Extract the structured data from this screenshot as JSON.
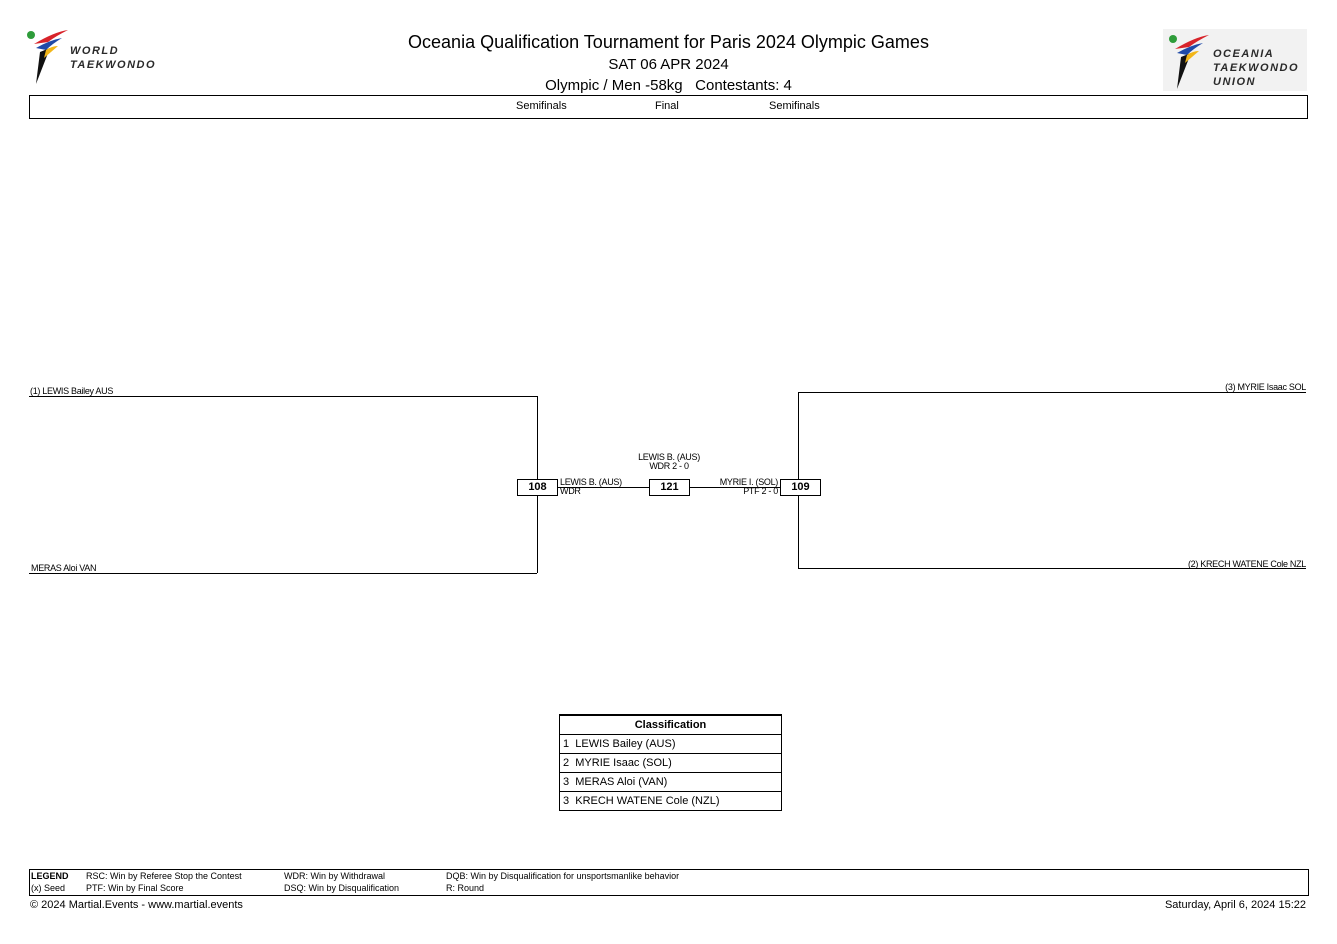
{
  "header": {
    "title": "Oceania Qualification Tournament for Paris 2024 Olympic Games",
    "date": "SAT 06 APR 2024",
    "division": "Olympic / Men -58kg",
    "contestants": "Contestants: 4"
  },
  "logos": {
    "left": [
      "WORLD",
      "TAEKWONDO"
    ],
    "right": [
      "OCEANIA",
      "TAEKWONDO",
      "UNION"
    ]
  },
  "rounds": {
    "left": "Semifinals",
    "center": "Final",
    "right": "Semifinals"
  },
  "bracket": {
    "left_top": "(1) LEWIS Bailey AUS",
    "left_bottom": "MERAS Aloi VAN",
    "right_top": "(3) MYRIE Isaac SOL",
    "right_bottom": "(2) KRECH WATENE Cole NZL",
    "match_left": {
      "number": "108",
      "winner": "LEWIS B. (AUS)",
      "result": "WDR"
    },
    "match_right": {
      "number": "109",
      "winner": "MYRIE I. (SOL)",
      "result": "PTF 2 - 0"
    },
    "final": {
      "number": "121",
      "winner": "LEWIS B. (AUS)",
      "result": "WDR 2 - 0"
    }
  },
  "classification": {
    "heading": "Classification",
    "rows": [
      {
        "rank": "1",
        "name": "LEWIS Bailey (AUS)"
      },
      {
        "rank": "2",
        "name": "MYRIE Isaac (SOL)"
      },
      {
        "rank": "3",
        "name": "MERAS Aloi (VAN)"
      },
      {
        "rank": "3",
        "name": "KRECH WATENE Cole (NZL)"
      }
    ]
  },
  "legend": {
    "title": "LEGEND",
    "seed": "(x) Seed",
    "rsc": "RSC: Win by Referee Stop the Contest",
    "ptf": "PTF: Win by Final Score",
    "wdr": "WDR: Win by Withdrawal",
    "dsq": "DSQ: Win by Disqualification",
    "dqb": "DQB: Win by Disqualification for unsportsmanlike behavior",
    "r": "R: Round"
  },
  "footer": {
    "copyright": "© 2024 Martial.Events - www.martial.events",
    "timestamp": "Saturday, April 6, 2024 15:22"
  }
}
